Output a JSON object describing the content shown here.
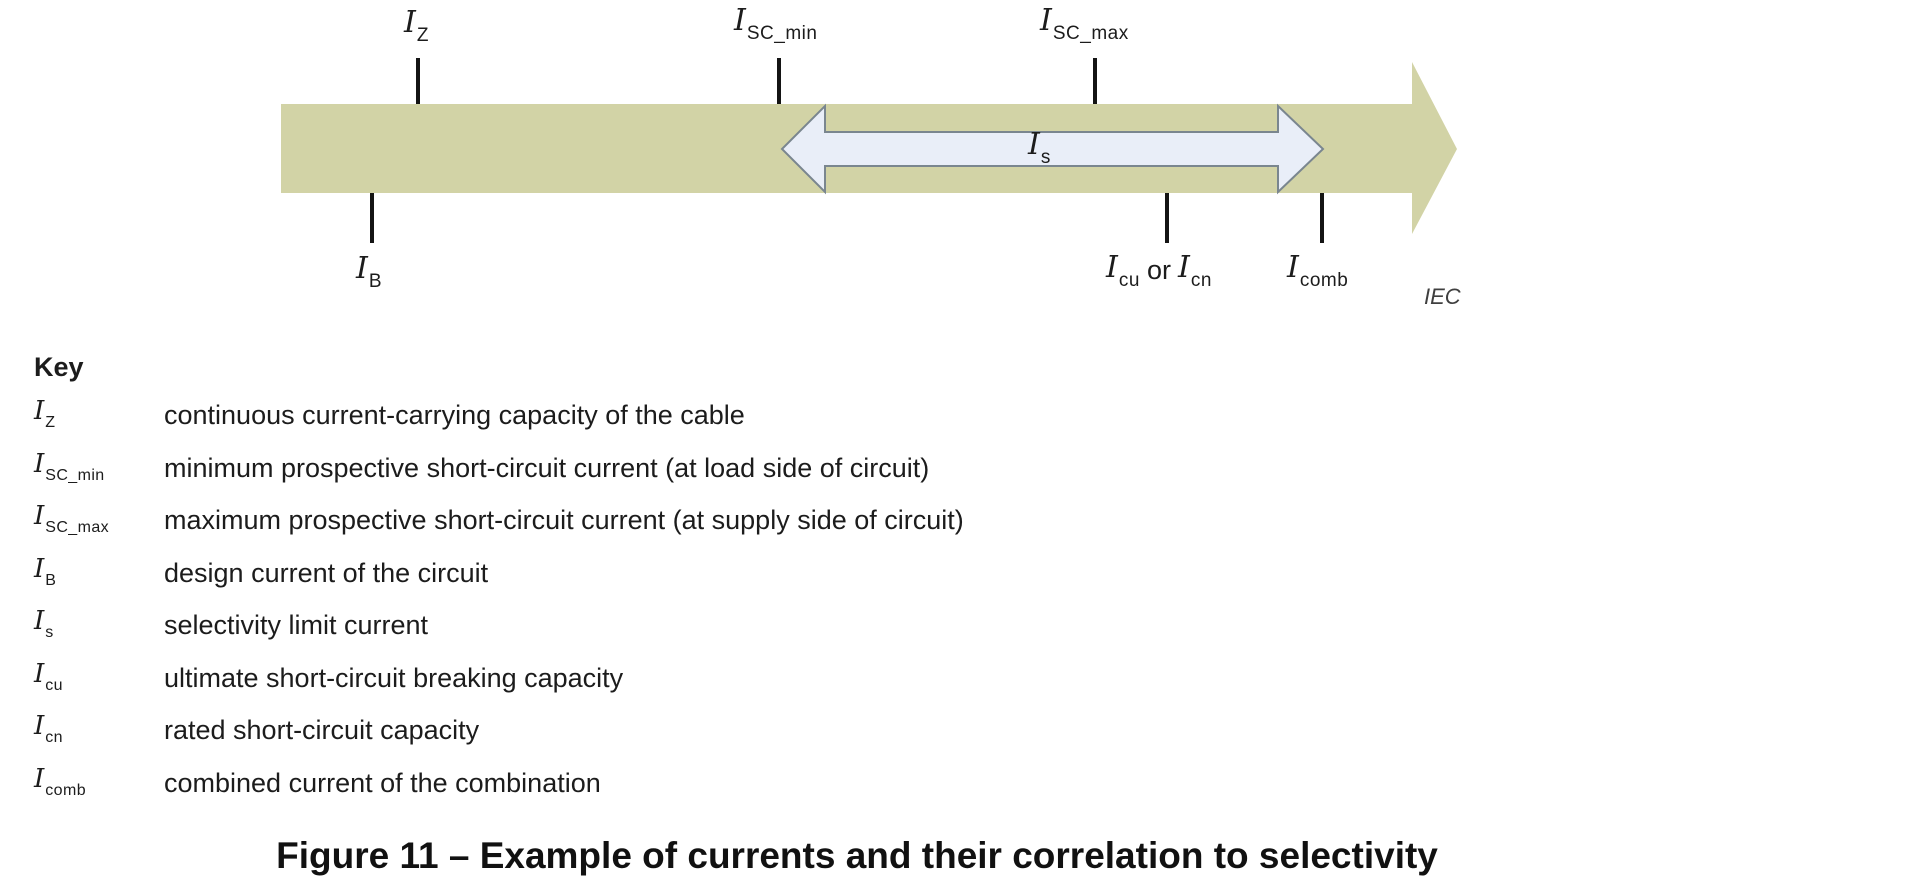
{
  "figure": {
    "caption": "Figure 11 – Example of currents and their correlation to selectivity",
    "credit": "IEC"
  },
  "diagram": {
    "colors": {
      "axis_arrow_fill": "#d2d3a6",
      "range_arrow_fill": "#e9eef8",
      "range_arrow_stroke": "#7a868f",
      "tick": "#141414"
    },
    "top_markers": [
      {
        "id": "iz",
        "symbol": "I",
        "subscript": "Z"
      },
      {
        "id": "isc-min",
        "symbol": "I",
        "subscript": "SC_min"
      },
      {
        "id": "isc-max",
        "symbol": "I",
        "subscript": "SC_max"
      }
    ],
    "bottom_markers": [
      {
        "id": "ib",
        "symbol": "I",
        "subscript": "B"
      },
      {
        "id": "icu-or-icn",
        "parts": [
          {
            "symbol": "I",
            "subscript": "cu"
          },
          {
            "text": "or"
          },
          {
            "symbol": "I",
            "subscript": "cn"
          }
        ]
      },
      {
        "id": "icomb",
        "symbol": "I",
        "subscript": "comb"
      }
    ],
    "range_label": {
      "symbol": "I",
      "subscript": "s"
    }
  },
  "key": {
    "heading": "Key",
    "entries": [
      {
        "symbol": "I",
        "subscript": "Z",
        "definition": "continuous current-carrying capacity of the cable"
      },
      {
        "symbol": "I",
        "subscript": "SC_min",
        "definition": "minimum prospective short-circuit current (at load side of circuit)"
      },
      {
        "symbol": "I",
        "subscript": "SC_max",
        "definition": "maximum prospective short-circuit current (at supply side of circuit)"
      },
      {
        "symbol": "I",
        "subscript": "B",
        "definition": "design current of the circuit"
      },
      {
        "symbol": "I",
        "subscript": "s",
        "definition": "selectivity limit current"
      },
      {
        "symbol": "I",
        "subscript": "cu",
        "definition": "ultimate short-circuit breaking capacity"
      },
      {
        "symbol": "I",
        "subscript": "cn",
        "definition": "rated short-circuit capacity"
      },
      {
        "symbol": "I",
        "subscript": "comb",
        "definition": "combined current of the combination"
      }
    ]
  }
}
